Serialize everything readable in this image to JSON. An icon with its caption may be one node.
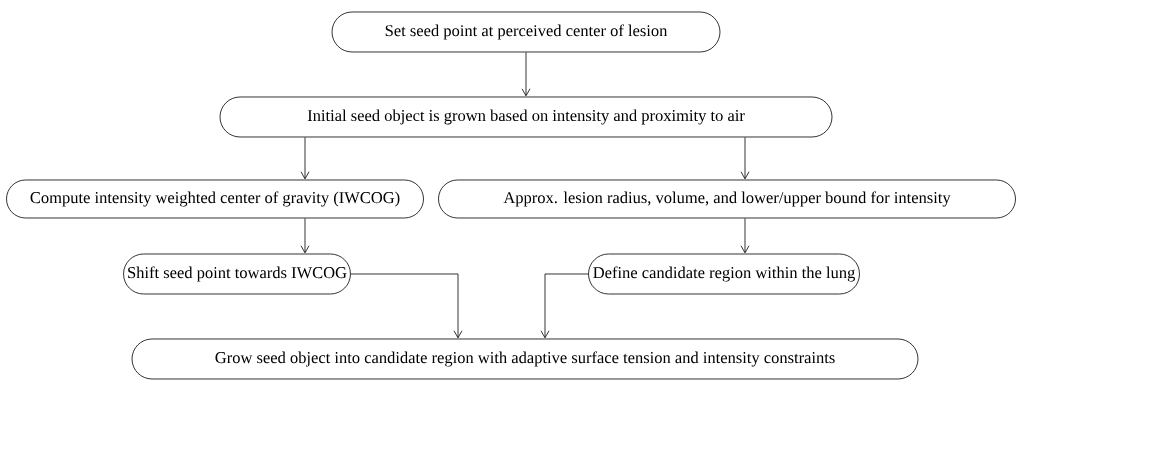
{
  "diagram": {
    "nodes": [
      {
        "text": [
          "Set seed point at perceived center of lesion"
        ]
      },
      {
        "text": [
          "Initial seed object is grown based on intensity and proximity to air"
        ]
      },
      {
        "text": [
          "Compute intensity weighted center of gravity (IWCOG)"
        ]
      },
      {
        "text": [
          "Approx. lesion radius, volume, and lower/upper bound for intensity"
        ]
      },
      {
        "text": [
          "Shift seed point towards IWCOG"
        ]
      },
      {
        "text": [
          "Define candidate region within the lung"
        ]
      },
      {
        "text": [
          "Grow seed object into candidate region with adaptive surface tension and intensity constraints"
        ]
      }
    ],
    "edges": [
      {
        "from": 0,
        "to": 1,
        "arrow": "to"
      },
      {
        "from": 1,
        "to": 2,
        "arrow": "to"
      },
      {
        "from": 1,
        "to": 3,
        "arrow": "to"
      },
      {
        "from": 2,
        "to": 4,
        "arrow": "to"
      },
      {
        "from": 3,
        "to": 5,
        "arrow": "to"
      },
      {
        "from": 4,
        "to": 6,
        "arrow": "to"
      },
      {
        "from": 5,
        "to": 6,
        "arrow": "to"
      }
    ]
  }
}
